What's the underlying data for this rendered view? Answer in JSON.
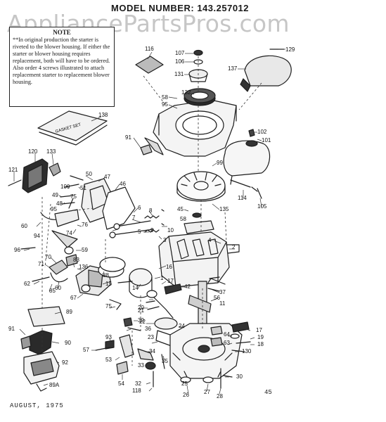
{
  "header": {
    "model_label": "MODEL NUMBER:",
    "model_number": "143.257012"
  },
  "watermark": "AppliancePartsPros.com",
  "note": {
    "title": "NOTE",
    "text": "**In original production the starter is riveted to the blower housing. If either the starter or blower housing requires replacement, both will have to be ordered. Also order 4 screws illustrated to attach replacement starter to replacement blower housing."
  },
  "gasket_set_label": "GASKET SET",
  "footer": {
    "date": "AUGUST, 1975",
    "page": "45"
  },
  "parts": [
    {
      "id": "116",
      "label": "116"
    },
    {
      "id": "107",
      "label": "107"
    },
    {
      "id": "106",
      "label": "106"
    },
    {
      "id": "129",
      "label": "129"
    },
    {
      "id": "131",
      "label": "131"
    },
    {
      "id": "137",
      "label": "137"
    },
    {
      "id": "132",
      "label": "132"
    },
    {
      "id": "58a",
      "label": "58"
    },
    {
      "id": "95a",
      "label": "95"
    },
    {
      "id": "138",
      "label": "138"
    },
    {
      "id": "91a",
      "label": "91"
    },
    {
      "id": "102",
      "label": "102"
    },
    {
      "id": "101",
      "label": "101"
    },
    {
      "id": "120",
      "label": "120"
    },
    {
      "id": "133",
      "label": "133"
    },
    {
      "id": "99",
      "label": "99"
    },
    {
      "id": "121",
      "label": "121"
    },
    {
      "id": "50",
      "label": "50"
    },
    {
      "id": "47",
      "label": "47"
    },
    {
      "id": "100",
      "label": "100"
    },
    {
      "id": "51",
      "label": "51"
    },
    {
      "id": "46",
      "label": "46"
    },
    {
      "id": "114",
      "label": "114"
    },
    {
      "id": "105",
      "label": "105"
    },
    {
      "id": "49",
      "label": "49"
    },
    {
      "id": "48",
      "label": "48"
    },
    {
      "id": "45",
      "label": "45"
    },
    {
      "id": "135",
      "label": "135"
    },
    {
      "id": "75a",
      "label": "75"
    },
    {
      "id": "95b",
      "label": "95"
    },
    {
      "id": "6",
      "label": "6"
    },
    {
      "id": "8",
      "label": "8"
    },
    {
      "id": "60",
      "label": "60"
    },
    {
      "id": "76",
      "label": "76"
    },
    {
      "id": "74",
      "label": "74"
    },
    {
      "id": "7",
      "label": "7"
    },
    {
      "id": "58b",
      "label": "58"
    },
    {
      "id": "94",
      "label": "94"
    },
    {
      "id": "5",
      "label": "5"
    },
    {
      "id": "9",
      "label": "9"
    },
    {
      "id": "10",
      "label": "10"
    },
    {
      "id": "3",
      "label": "3"
    },
    {
      "id": "96",
      "label": "96"
    },
    {
      "id": "59",
      "label": "59"
    },
    {
      "id": "4",
      "label": "4"
    },
    {
      "id": "2",
      "label": "2"
    },
    {
      "id": "70",
      "label": "70"
    },
    {
      "id": "71",
      "label": "71"
    },
    {
      "id": "83",
      "label": "83"
    },
    {
      "id": "136",
      "label": "136"
    },
    {
      "id": "16",
      "label": "16"
    },
    {
      "id": "1",
      "label": "1"
    },
    {
      "id": "62",
      "label": "62"
    },
    {
      "id": "85",
      "label": "85"
    },
    {
      "id": "60b",
      "label": "60"
    },
    {
      "id": "88",
      "label": "88"
    },
    {
      "id": "15",
      "label": "15"
    },
    {
      "id": "17",
      "label": "17"
    },
    {
      "id": "14",
      "label": "14"
    },
    {
      "id": "42",
      "label": "42"
    },
    {
      "id": "37",
      "label": "37"
    },
    {
      "id": "67",
      "label": "67"
    },
    {
      "id": "56",
      "label": "56"
    },
    {
      "id": "75b",
      "label": "75"
    },
    {
      "id": "20",
      "label": "20"
    },
    {
      "id": "11",
      "label": "11"
    },
    {
      "id": "21",
      "label": "21"
    },
    {
      "id": "89",
      "label": "89"
    },
    {
      "id": "39",
      "label": "39"
    },
    {
      "id": "36",
      "label": "36"
    },
    {
      "id": "22",
      "label": "22"
    },
    {
      "id": "24",
      "label": "24"
    },
    {
      "id": "17b",
      "label": "17"
    },
    {
      "id": "91b",
      "label": "91"
    },
    {
      "id": "90",
      "label": "90"
    },
    {
      "id": "93",
      "label": "93"
    },
    {
      "id": "23",
      "label": "23"
    },
    {
      "id": "64",
      "label": "64"
    },
    {
      "id": "63",
      "label": "63"
    },
    {
      "id": "19",
      "label": "19"
    },
    {
      "id": "18",
      "label": "18"
    },
    {
      "id": "57",
      "label": "57"
    },
    {
      "id": "34",
      "label": "34"
    },
    {
      "id": "130",
      "label": "130"
    },
    {
      "id": "92",
      "label": "92"
    },
    {
      "id": "53",
      "label": "53"
    },
    {
      "id": "35",
      "label": "35"
    },
    {
      "id": "33",
      "label": "33"
    },
    {
      "id": "54",
      "label": "54"
    },
    {
      "id": "30",
      "label": "30"
    },
    {
      "id": "89a",
      "label": "89A"
    },
    {
      "id": "32",
      "label": "32"
    },
    {
      "id": "118",
      "label": "118"
    },
    {
      "id": "25",
      "label": "25"
    },
    {
      "id": "26",
      "label": "26"
    },
    {
      "id": "27",
      "label": "27"
    },
    {
      "id": "28",
      "label": "28"
    }
  ]
}
